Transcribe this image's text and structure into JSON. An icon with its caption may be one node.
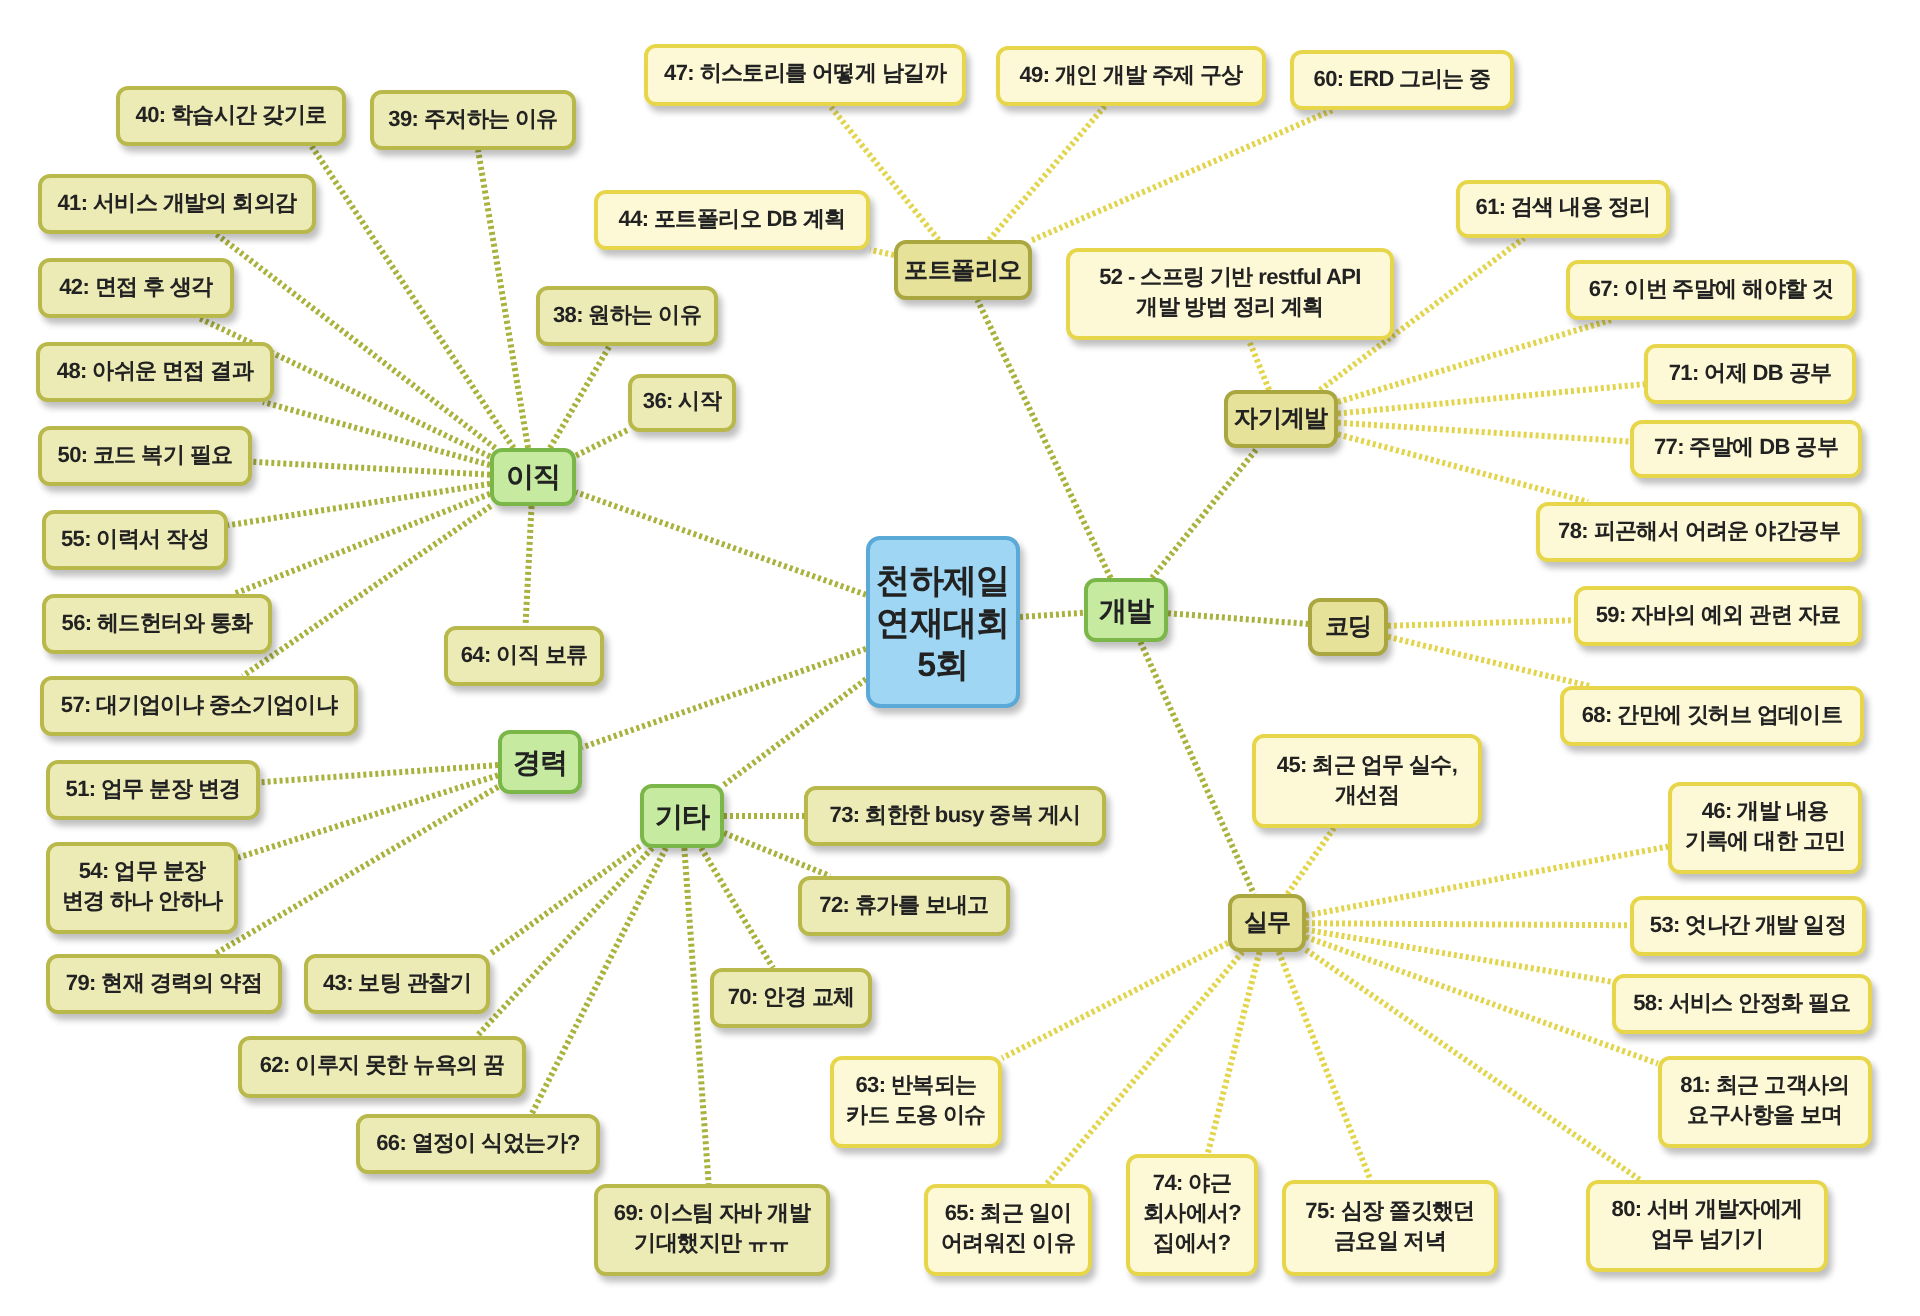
{
  "diagram": {
    "nodes": [
      {
        "text": [
          "천하제일 연재대회 5회"
        ]
      },
      {
        "text": [
          "이직"
        ]
      },
      {
        "text": [
          "경력"
        ]
      },
      {
        "text": [
          "기타"
        ]
      },
      {
        "text": [
          "개발"
        ]
      },
      {
        "text": [
          "포트폴리오"
        ]
      },
      {
        "text": [
          "자기계발"
        ]
      },
      {
        "text": [
          "코딩"
        ]
      },
      {
        "text": [
          "실무"
        ]
      },
      {
        "text": [
          "40: 학습시간 갖기로"
        ]
      },
      {
        "text": [
          "39: 주저하는 이유"
        ]
      },
      {
        "text": [
          "41: 서비스 개발의 회의감"
        ]
      },
      {
        "text": [
          "42: 면접 후 생각"
        ]
      },
      {
        "text": [
          "38: 원하는 이유"
        ]
      },
      {
        "text": [
          "48: 아쉬운 면접 결과"
        ]
      },
      {
        "text": [
          "36: 시작"
        ]
      },
      {
        "text": [
          "50: 코드 복기 필요"
        ]
      },
      {
        "text": [
          "55: 이력서 작성"
        ]
      },
      {
        "text": [
          "56: 헤드헌터와 통화"
        ]
      },
      {
        "text": [
          "64: 이직 보류"
        ]
      },
      {
        "text": [
          "57: 대기업이냐 중소기업이냐"
        ]
      },
      {
        "text": [
          "51: 업무 분장 변경"
        ]
      },
      {
        "text": [
          "54: 업무 분장 변경 하나 안하나"
        ]
      },
      {
        "text": [
          "79: 현재 경력의 약점"
        ]
      },
      {
        "text": [
          "73: 희한한 busy 중복 게시"
        ]
      },
      {
        "text": [
          "72: 휴가를 보내고"
        ]
      },
      {
        "text": [
          "43: 보팅 관찰기"
        ]
      },
      {
        "text": [
          "70: 안경 교체"
        ]
      },
      {
        "text": [
          "62: 이루지 못한 뉴욕의 꿈"
        ]
      },
      {
        "text": [
          "66: 열정이 식었는가?"
        ]
      },
      {
        "text": [
          "69: 이스팀 자바 개발 기대했지만 ㅠㅠ"
        ]
      },
      {
        "text": [
          "47: 히스토리를 어떻게 남길까"
        ]
      },
      {
        "text": [
          "49: 개인 개발 주제 구상"
        ]
      },
      {
        "text": [
          "60: ERD 그리는 중"
        ]
      },
      {
        "text": [
          "44: 포트폴리오 DB 계획"
        ]
      },
      {
        "text": [
          "52 - 스프링 기반 restful API 개발 방법 정리 계획"
        ]
      },
      {
        "text": [
          "61: 검색 내용 정리"
        ]
      },
      {
        "text": [
          "67: 이번 주말에 해야할 것"
        ]
      },
      {
        "text": [
          "71: 어제 DB 공부"
        ]
      },
      {
        "text": [
          "77: 주말에 DB 공부"
        ]
      },
      {
        "text": [
          "78: 피곤해서 어려운 야간공부"
        ]
      },
      {
        "text": [
          "59: 자바의 예외 관련 자료"
        ]
      },
      {
        "text": [
          "68: 간만에 깃허브 업데이트"
        ]
      },
      {
        "text": [
          "45: 최근 업무 실수, 개선점"
        ]
      },
      {
        "text": [
          "46: 개발 내용 기록에 대한 고민"
        ]
      },
      {
        "text": [
          "53: 엇나간 개발 일정"
        ]
      },
      {
        "text": [
          "58: 서비스 안정화 필요"
        ]
      },
      {
        "text": [
          "81: 최근 고객사의 요구사항을 보며"
        ]
      },
      {
        "text": [
          "80: 서버 개발자에게 업무 넘기기"
        ]
      },
      {
        "text": [
          "75: 심장 쫄깃했던 금요일 저녁"
        ]
      },
      {
        "text": [
          "74: 야근 회사에서? 집에서?"
        ]
      },
      {
        "text": [
          "65: 최근 일이 어려워진 이유"
        ]
      },
      {
        "text": [
          "63: 반복되는 카드 도용 이슈"
        ]
      }
    ],
    "edges": [
      {
        "from": 0,
        "to": 1,
        "arrow": "none"
      },
      {
        "from": 0,
        "to": 2,
        "arrow": "none"
      },
      {
        "from": 0,
        "to": 3,
        "arrow": "none"
      },
      {
        "from": 0,
        "to": 4,
        "arrow": "none"
      },
      {
        "from": 4,
        "to": 5,
        "arrow": "none"
      },
      {
        "from": 4,
        "to": 6,
        "arrow": "none"
      },
      {
        "from": 4,
        "to": 7,
        "arrow": "none"
      },
      {
        "from": 4,
        "to": 8,
        "arrow": "none"
      },
      {
        "from": 1,
        "to": 9,
        "arrow": "none"
      },
      {
        "from": 1,
        "to": 10,
        "arrow": "none"
      },
      {
        "from": 1,
        "to": 11,
        "arrow": "none"
      },
      {
        "from": 1,
        "to": 12,
        "arrow": "none"
      },
      {
        "from": 1,
        "to": 13,
        "arrow": "none"
      },
      {
        "from": 1,
        "to": 14,
        "arrow": "none"
      },
      {
        "from": 1,
        "to": 15,
        "arrow": "none"
      },
      {
        "from": 1,
        "to": 16,
        "arrow": "none"
      },
      {
        "from": 1,
        "to": 17,
        "arrow": "none"
      },
      {
        "from": 1,
        "to": 18,
        "arrow": "none"
      },
      {
        "from": 1,
        "to": 19,
        "arrow": "none"
      },
      {
        "from": 1,
        "to": 20,
        "arrow": "none"
      },
      {
        "from": 2,
        "to": 21,
        "arrow": "none"
      },
      {
        "from": 2,
        "to": 22,
        "arrow": "none"
      },
      {
        "from": 2,
        "to": 23,
        "arrow": "none"
      },
      {
        "from": 3,
        "to": 24,
        "arrow": "none"
      },
      {
        "from": 3,
        "to": 25,
        "arrow": "none"
      },
      {
        "from": 3,
        "to": 26,
        "arrow": "none"
      },
      {
        "from": 3,
        "to": 27,
        "arrow": "none"
      },
      {
        "from": 3,
        "to": 28,
        "arrow": "none"
      },
      {
        "from": 3,
        "to": 29,
        "arrow": "none"
      },
      {
        "from": 3,
        "to": 30,
        "arrow": "none"
      },
      {
        "from": 5,
        "to": 31,
        "arrow": "none",
        "color": "#e2d54c"
      },
      {
        "from": 5,
        "to": 32,
        "arrow": "none",
        "color": "#e2d54c"
      },
      {
        "from": 5,
        "to": 33,
        "arrow": "none",
        "color": "#e2d54c"
      },
      {
        "from": 5,
        "to": 34,
        "arrow": "none",
        "color": "#e2d54c"
      },
      {
        "from": 6,
        "to": 35,
        "arrow": "none",
        "color": "#e2d54c"
      },
      {
        "from": 6,
        "to": 36,
        "arrow": "none",
        "color": "#e2d54c"
      },
      {
        "from": 6,
        "to": 37,
        "arrow": "none",
        "color": "#e2d54c"
      },
      {
        "from": 6,
        "to": 38,
        "arrow": "none",
        "color": "#e2d54c"
      },
      {
        "from": 6,
        "to": 39,
        "arrow": "none",
        "color": "#e2d54c"
      },
      {
        "from": 6,
        "to": 40,
        "arrow": "none",
        "color": "#e2d54c"
      },
      {
        "from": 7,
        "to": 41,
        "arrow": "none",
        "color": "#e2d54c"
      },
      {
        "from": 7,
        "to": 42,
        "arrow": "none",
        "color": "#e2d54c"
      },
      {
        "from": 8,
        "to": 43,
        "arrow": "none",
        "color": "#e2d54c"
      },
      {
        "from": 8,
        "to": 44,
        "arrow": "none",
        "color": "#e2d54c"
      },
      {
        "from": 8,
        "to": 45,
        "arrow": "none",
        "color": "#e2d54c"
      },
      {
        "from": 8,
        "to": 46,
        "arrow": "none",
        "color": "#e2d54c"
      },
      {
        "from": 8,
        "to": 47,
        "arrow": "none",
        "color": "#e2d54c"
      },
      {
        "from": 8,
        "to": 48,
        "arrow": "none",
        "color": "#e2d54c"
      },
      {
        "from": 8,
        "to": 49,
        "arrow": "none",
        "color": "#e2d54c"
      },
      {
        "from": 8,
        "to": 50,
        "arrow": "none",
        "color": "#e2d54c"
      },
      {
        "from": 8,
        "to": 51,
        "arrow": "none",
        "color": "#e2d54c"
      },
      {
        "from": 8,
        "to": 52,
        "arrow": "none",
        "color": "#e2d54c"
      }
    ]
  }
}
